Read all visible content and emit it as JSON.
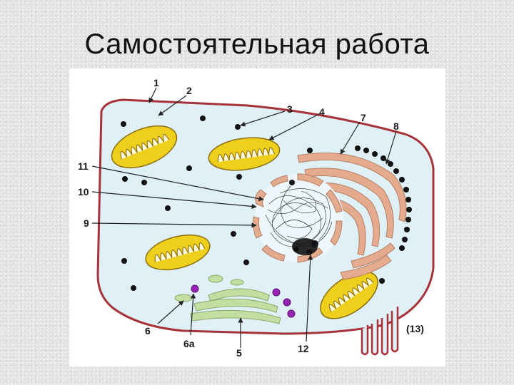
{
  "slide": {
    "title": "Самостоятельная работа"
  },
  "diagram": {
    "labels": [
      "1",
      "2",
      "3",
      "4",
      "7",
      "8",
      "11",
      "10",
      "9",
      "6",
      "6а",
      "5",
      "12",
      "(13)"
    ],
    "colors": {
      "membrane": "#a8323a",
      "cytoplasm": "#dff1f6",
      "mitochondria_outer": "#eecf1c",
      "mitochondria_inner": "#fffbd8",
      "er": "#e4ab8f",
      "golgi": "#c3dea1",
      "vesicle": "#9a23b6",
      "granule": "#111111"
    }
  }
}
